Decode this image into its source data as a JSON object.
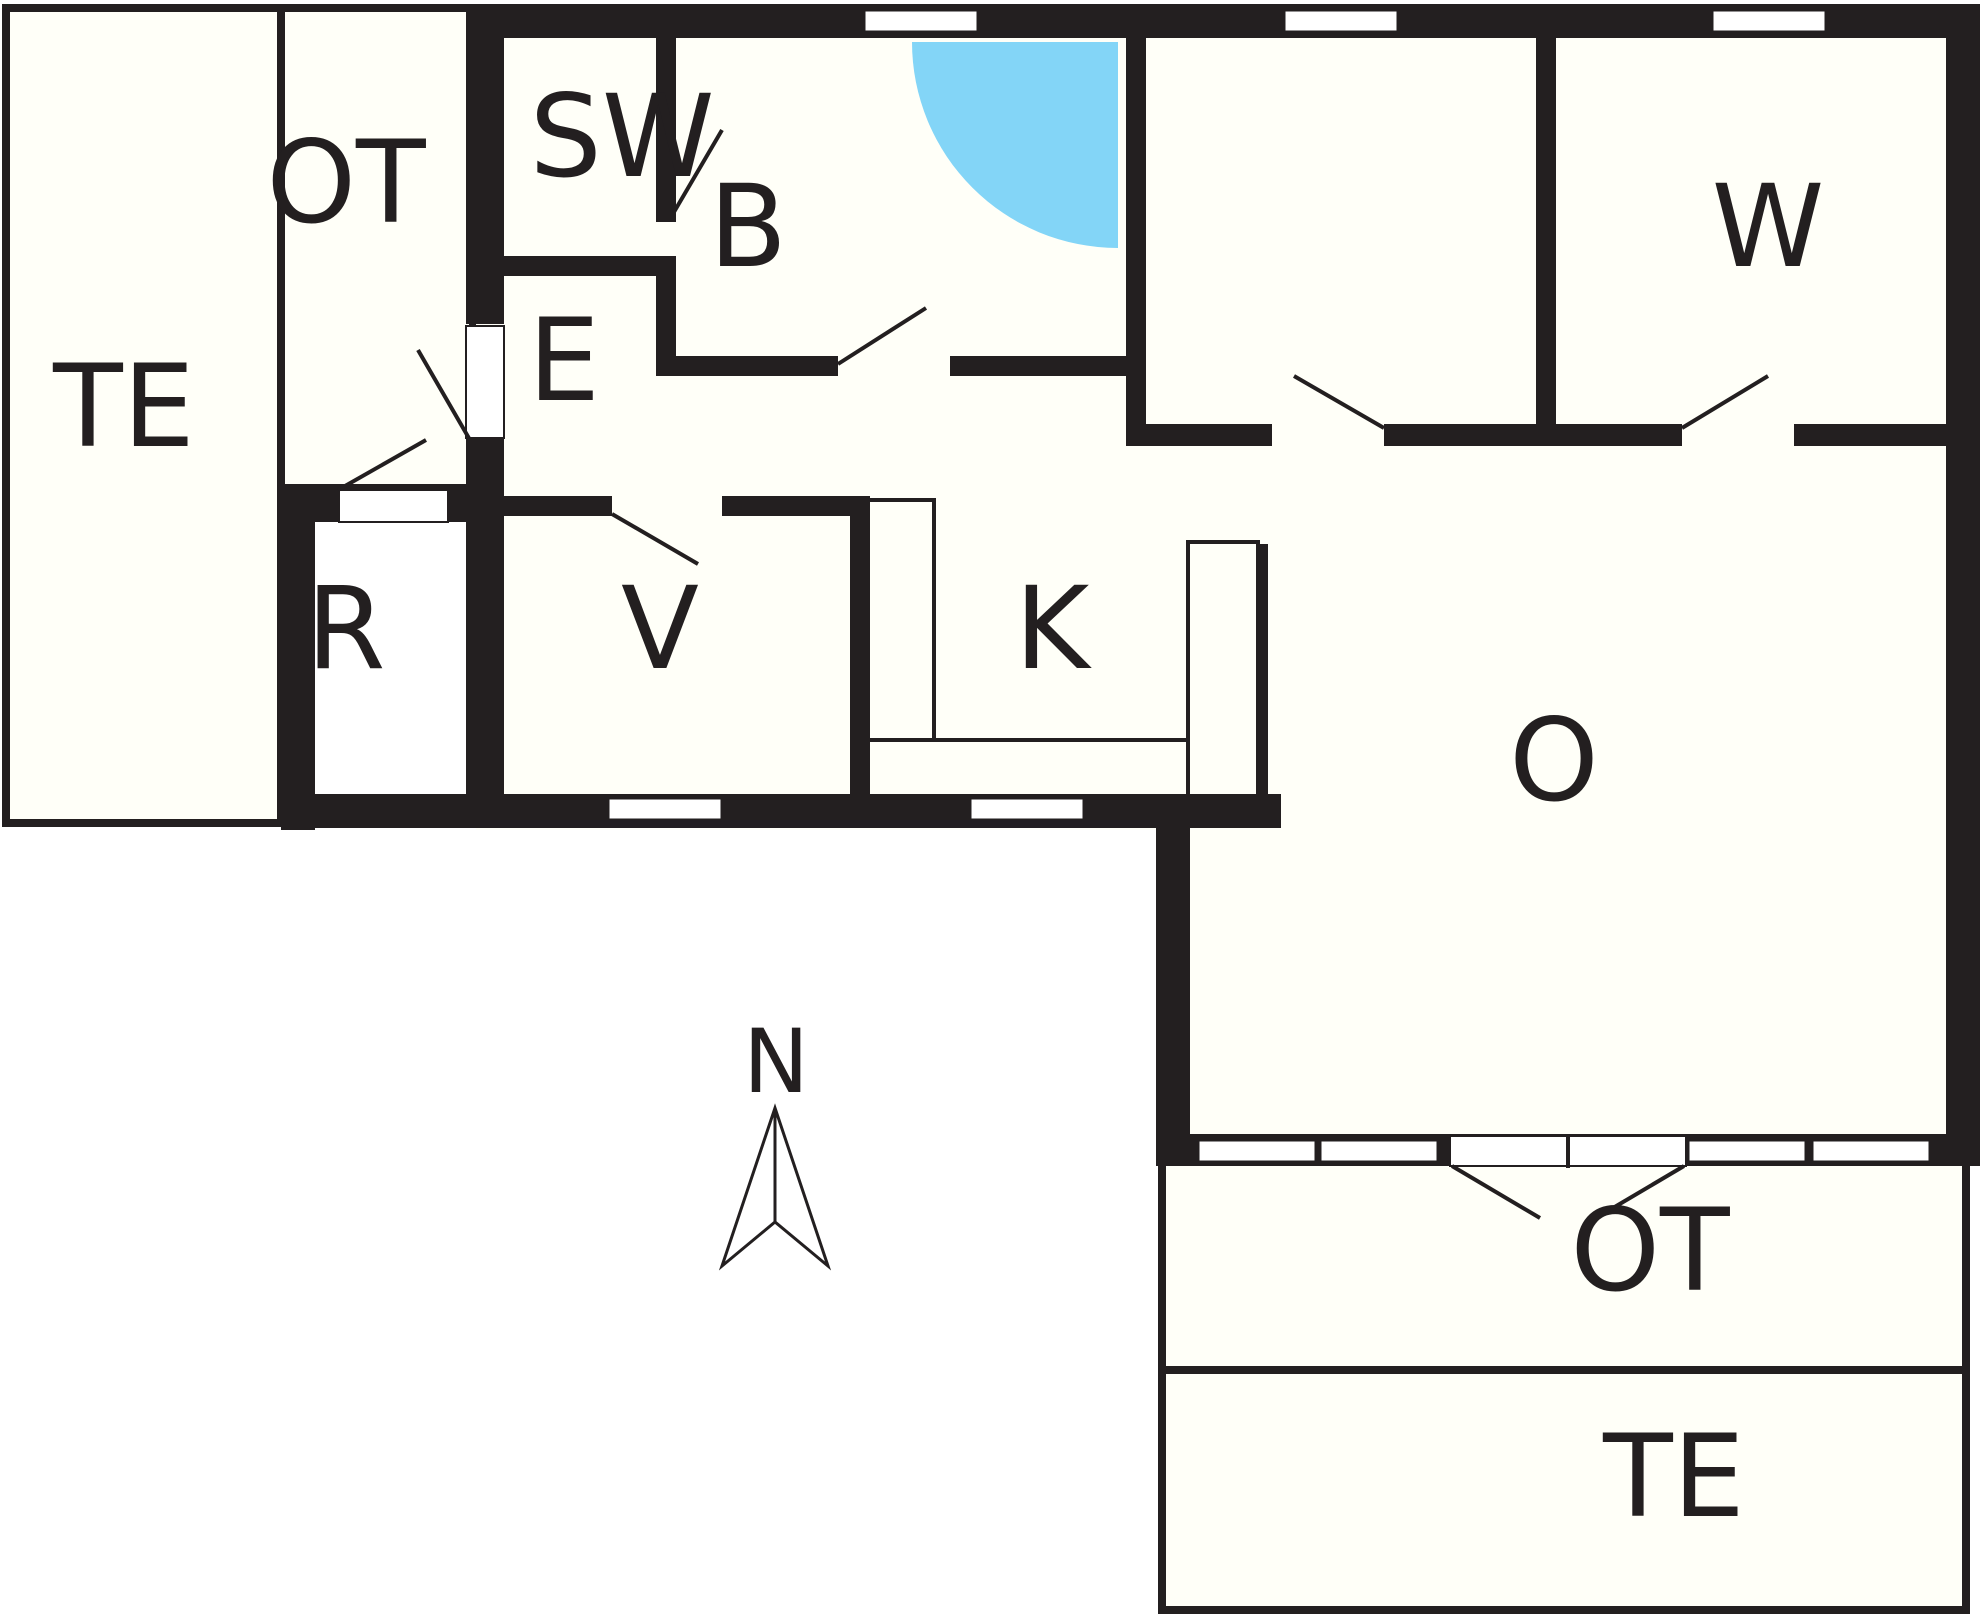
{
  "colors": {
    "wall": "#231f20",
    "floor": "#fffff8",
    "shower": "#83d5f7",
    "window": "#ffffff"
  },
  "rooms": {
    "te_west": "TE",
    "ot_north": "OT",
    "sw": "SW",
    "b": "B",
    "e": "E",
    "w": "W",
    "r": "R",
    "v": "V",
    "k": "K",
    "o": "O",
    "ot_south": "OT",
    "te_south": "TE"
  },
  "compass": {
    "label": "N"
  }
}
